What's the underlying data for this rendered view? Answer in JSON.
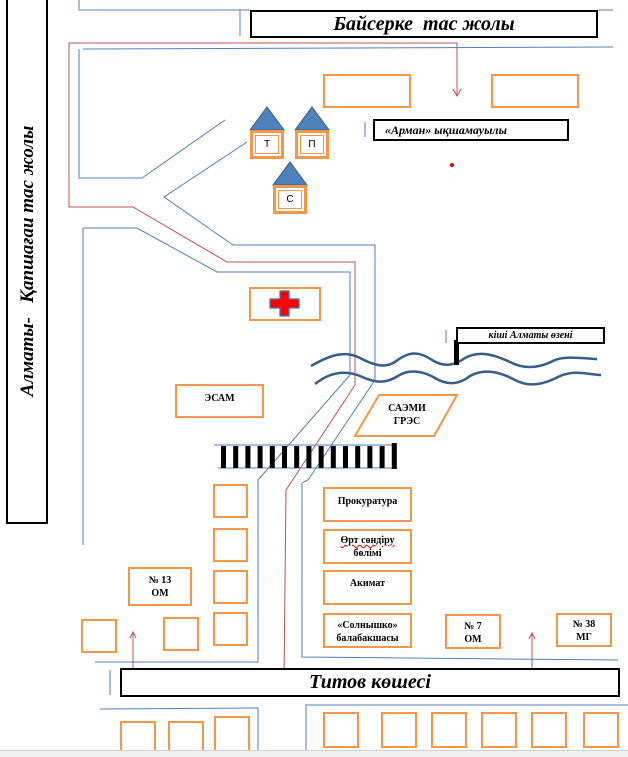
{
  "map": {
    "roads": {
      "baiserke": "Байсерке  тас жолы",
      "almaty_kapshagai": "Алматы-   Қапшағаи тас жолы",
      "titov": "Титов көшесі"
    },
    "river": {
      "label": "кіші Алматы өзені"
    },
    "districts": {
      "arman": "«Арман» ықшамауылы"
    },
    "buildings": {
      "t": "Т",
      "p": "П",
      "s": "С",
      "esam": "ЭСАМ",
      "saemi_line1": "САЭМИ",
      "saemi_line2": "ГРЭС",
      "prokuratura": "Прокуратура",
      "fire_line1": "Өрт сөндіру",
      "fire_line2": "бөлімі",
      "akimat": "Акимат",
      "solnyshko_line1": "«Солнышко»",
      "solnyshko_line2": "балабакшасы",
      "om13_line1": "№ 13",
      "om13_line2": "ОМ",
      "om7_line1": "№ 7",
      "om7_line2": "ОМ",
      "mg38_line1": "№ 38",
      "mg38_line2": "МГ"
    },
    "icons": {
      "hospital": "red-cross-icon",
      "house_roof": "triangle-roof-icon",
      "railway": "railway-track",
      "route_arrow": "arrow-up-icon"
    },
    "colors": {
      "road": "#4f81bd",
      "route": "#c0504d",
      "building": "#f79646",
      "roof": "#4f81bd",
      "cross": "#ff0000",
      "river": "#385d8a"
    }
  }
}
